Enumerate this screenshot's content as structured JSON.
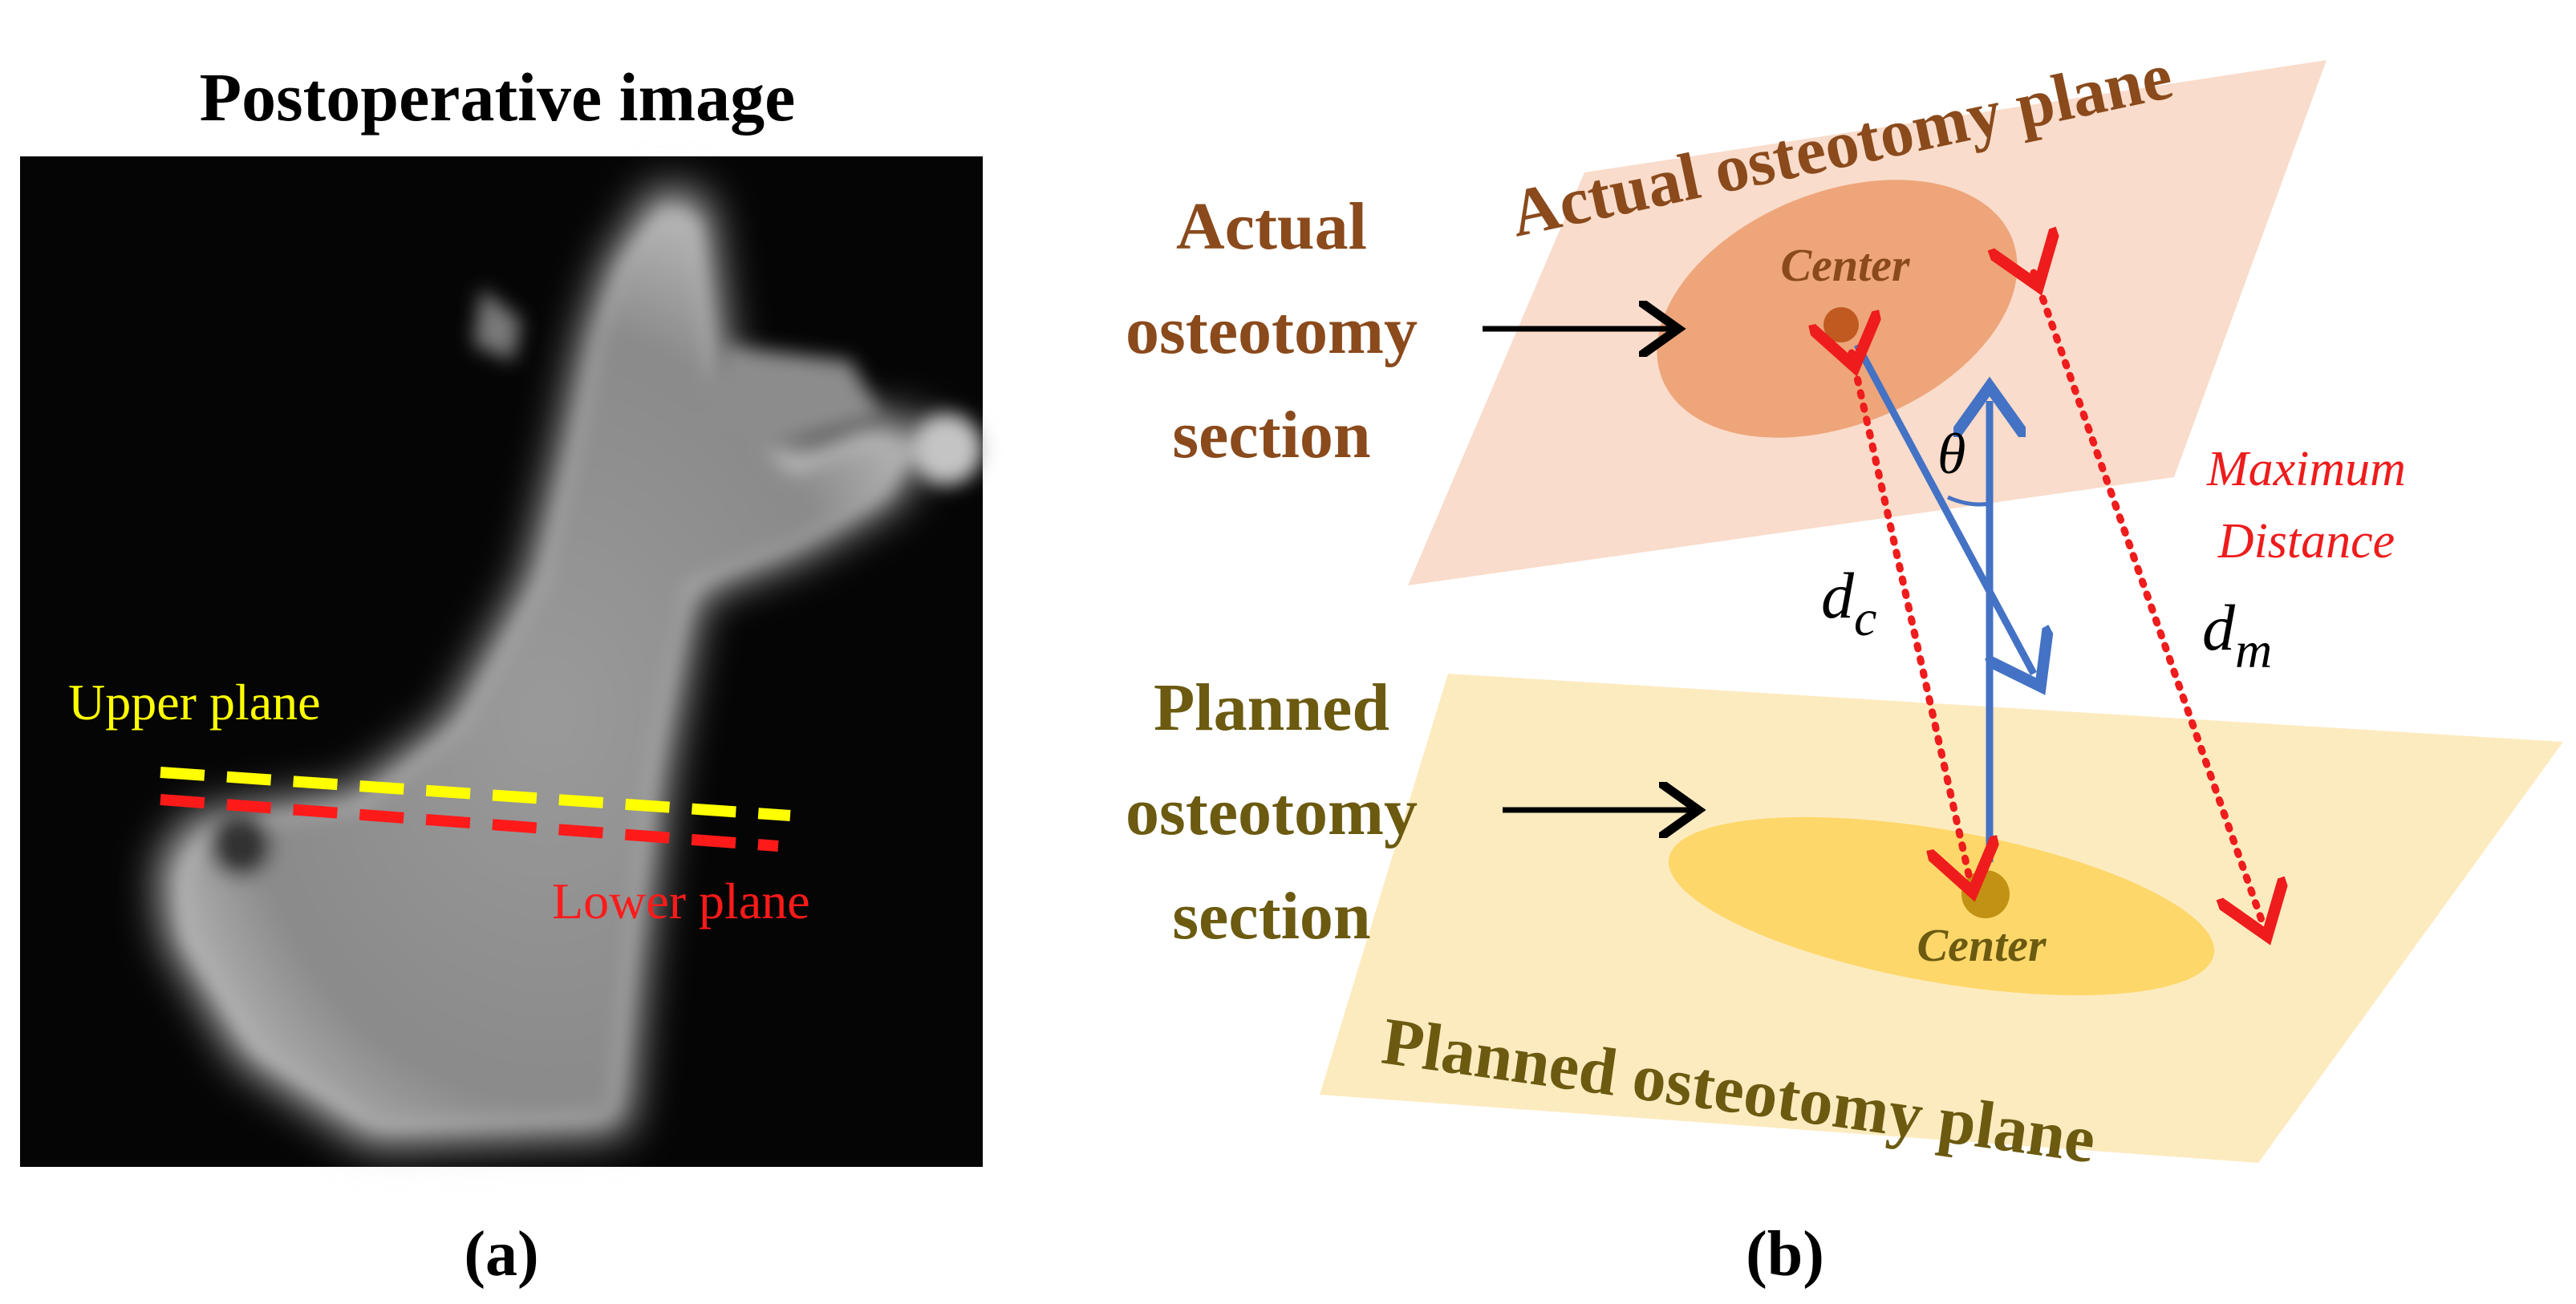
{
  "panel_a": {
    "title": "Postoperative image",
    "caption": "(a)",
    "upper_plane_label": "Upper plane",
    "lower_plane_label": "Lower plane",
    "colors": {
      "upper": "#ffff00",
      "lower": "#ff1a1a",
      "background": "#050505"
    }
  },
  "panel_b": {
    "caption": "(b)",
    "actual_plane_label": "Actual osteotomy plane",
    "planned_plane_label": "Planned osteotomy plane",
    "actual_section_label": [
      "Actual",
      "osteotomy",
      "section"
    ],
    "planned_section_label": [
      "Planned",
      "osteotomy",
      "section"
    ],
    "actual_center_label": "Center",
    "planned_center_label": "Center",
    "theta_label": "θ",
    "dc_label": {
      "base": "d",
      "sub": "c"
    },
    "dm_label": {
      "base": "d",
      "sub": "m"
    },
    "max_distance_label": [
      "Maximum",
      "Distance"
    ],
    "colors": {
      "actual_text": "#8a4a1c",
      "planned_text": "#6b5a10",
      "actual_plane_fill": "#f9dccb",
      "actual_section_fill": "#eea57a",
      "planned_plane_fill": "#fdebc0",
      "planned_section_fill": "#fdd76a",
      "normal_arrow": "#4472c4",
      "distance_arrow": "#ee1c1c"
    }
  }
}
